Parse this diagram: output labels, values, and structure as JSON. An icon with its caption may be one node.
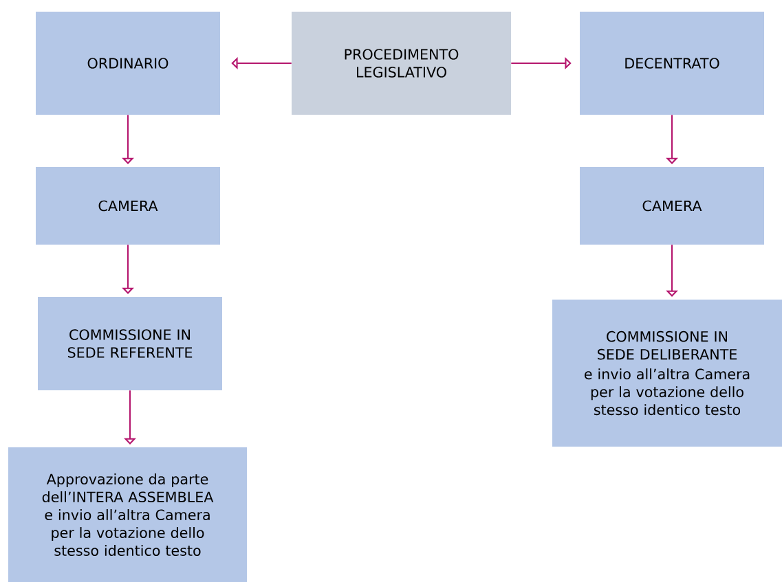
{
  "diagram": {
    "nodes": [
      {
        "text": [
          "PROCEDIMENTO LEGISLATIVO"
        ]
      },
      {
        "text": [
          "ORDINARIO"
        ]
      },
      {
        "text": [
          "DECENTRATO"
        ]
      },
      {
        "text": [
          "CAMERA"
        ]
      },
      {
        "text": [
          "CAMERA"
        ]
      },
      {
        "text": [
          "COMMISSIONE IN SEDE REFERENTE"
        ]
      },
      {
        "text": [
          "COMMISSIONE IN SEDE DELIBERANTE",
          "e invio all’altra Camera per la votazione dello stesso identico testo"
        ]
      },
      {
        "text": [
          "Approvazione da parte dell’INTERA ASSEMBLEA e invio all’altra Camera per la votazione dello stesso identico testo"
        ]
      }
    ],
    "edges": [
      {
        "from": 0,
        "to": 1,
        "arrow": "to"
      },
      {
        "from": 0,
        "to": 2,
        "arrow": "to"
      },
      {
        "from": 1,
        "to": 3,
        "arrow": "to"
      },
      {
        "from": 3,
        "to": 5,
        "arrow": "to"
      },
      {
        "from": 5,
        "to": 7,
        "arrow": "to"
      },
      {
        "from": 2,
        "to": 4,
        "arrow": "to"
      },
      {
        "from": 4,
        "to": 6,
        "arrow": "to"
      }
    ]
  }
}
